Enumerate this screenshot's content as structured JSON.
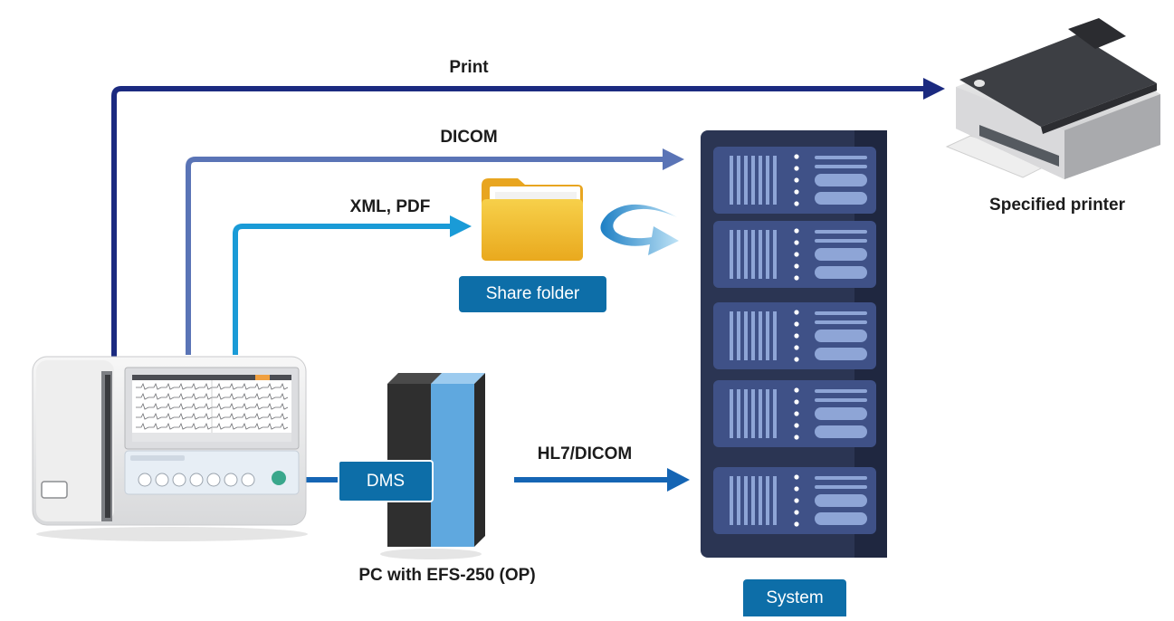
{
  "labels": {
    "print": "Print",
    "dicom": "DICOM",
    "xml_pdf": "XML, PDF",
    "hl7_dicom": "HL7/DICOM",
    "specified_printer": "Specified printer",
    "pc_with_efs": "PC with EFS-250 (OP)"
  },
  "badges": {
    "share_folder": "Share folder",
    "dms": "DMS",
    "system": "System"
  },
  "colors": {
    "print_arrow": "#1b2a80",
    "dicom_arrow": "#5a74b6",
    "xml_arrow": "#1a9bd7",
    "hl7_arrow": "#1565b4",
    "badge_fill": "#0d6ea8",
    "server_fill": "#2b3553",
    "server_unit": "#3f5187",
    "folder_yellow": "#f2c12b"
  }
}
